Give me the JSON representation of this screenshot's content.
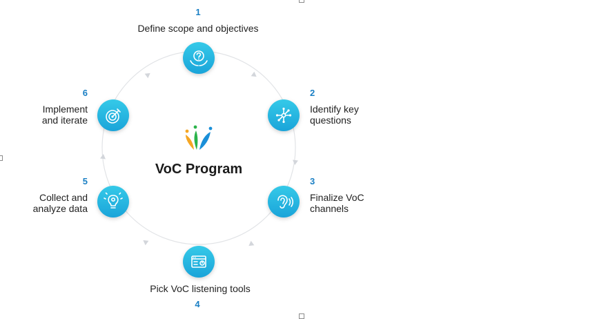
{
  "title": "VoC Program",
  "colors": {
    "gradient_top": "#35c9e8",
    "gradient_bottom": "#1aa4d9",
    "number": "#1a7fc4",
    "ring": "#e1e3e6",
    "logo_orange": "#f5a623",
    "logo_green": "#2ab34a",
    "logo_blue": "#1a8fd8"
  },
  "steps": [
    {
      "number": "1",
      "lines": [
        "Define scope and objectives"
      ],
      "icon": "question-hands-icon"
    },
    {
      "number": "2",
      "lines": [
        "Identify key",
        "questions"
      ],
      "icon": "network-icon"
    },
    {
      "number": "3",
      "lines": [
        "Finalize VoC",
        "channels"
      ],
      "icon": "ear-icon"
    },
    {
      "number": "4",
      "lines": [
        "Pick VoC listening tools"
      ],
      "icon": "browser-tool-icon"
    },
    {
      "number": "5",
      "lines": [
        "Collect and",
        "analyze data"
      ],
      "icon": "lightbulb-icon"
    },
    {
      "number": "6",
      "lines": [
        "Implement",
        "and iterate"
      ],
      "icon": "target-icon"
    }
  ]
}
